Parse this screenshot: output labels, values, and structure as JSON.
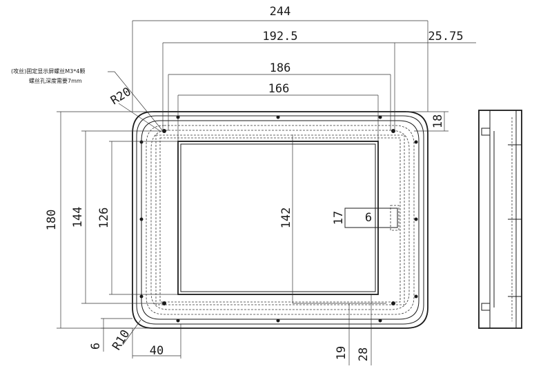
{
  "dimensions": {
    "overall_width": "244",
    "screw_pitch_width": "192.5",
    "right_offset": "25.75",
    "inner_width": "186",
    "view_width": "166",
    "top_offset": "18",
    "overall_height": "180",
    "inner_height": "144",
    "view_height": "126",
    "center_height": "142",
    "slot_height": "17",
    "slot_width": "6",
    "corner_radius_outer": "R20",
    "corner_radius_inner": "R10",
    "left_offset": "40",
    "bottom_offset_small": "6",
    "bottom_offset_19": "19",
    "bottom_offset_28": "28"
  },
  "note": {
    "line1": "(攻丝)固定显示屏螺丝M3*4颗",
    "line2": "螺丝孔深度需要7mm"
  }
}
